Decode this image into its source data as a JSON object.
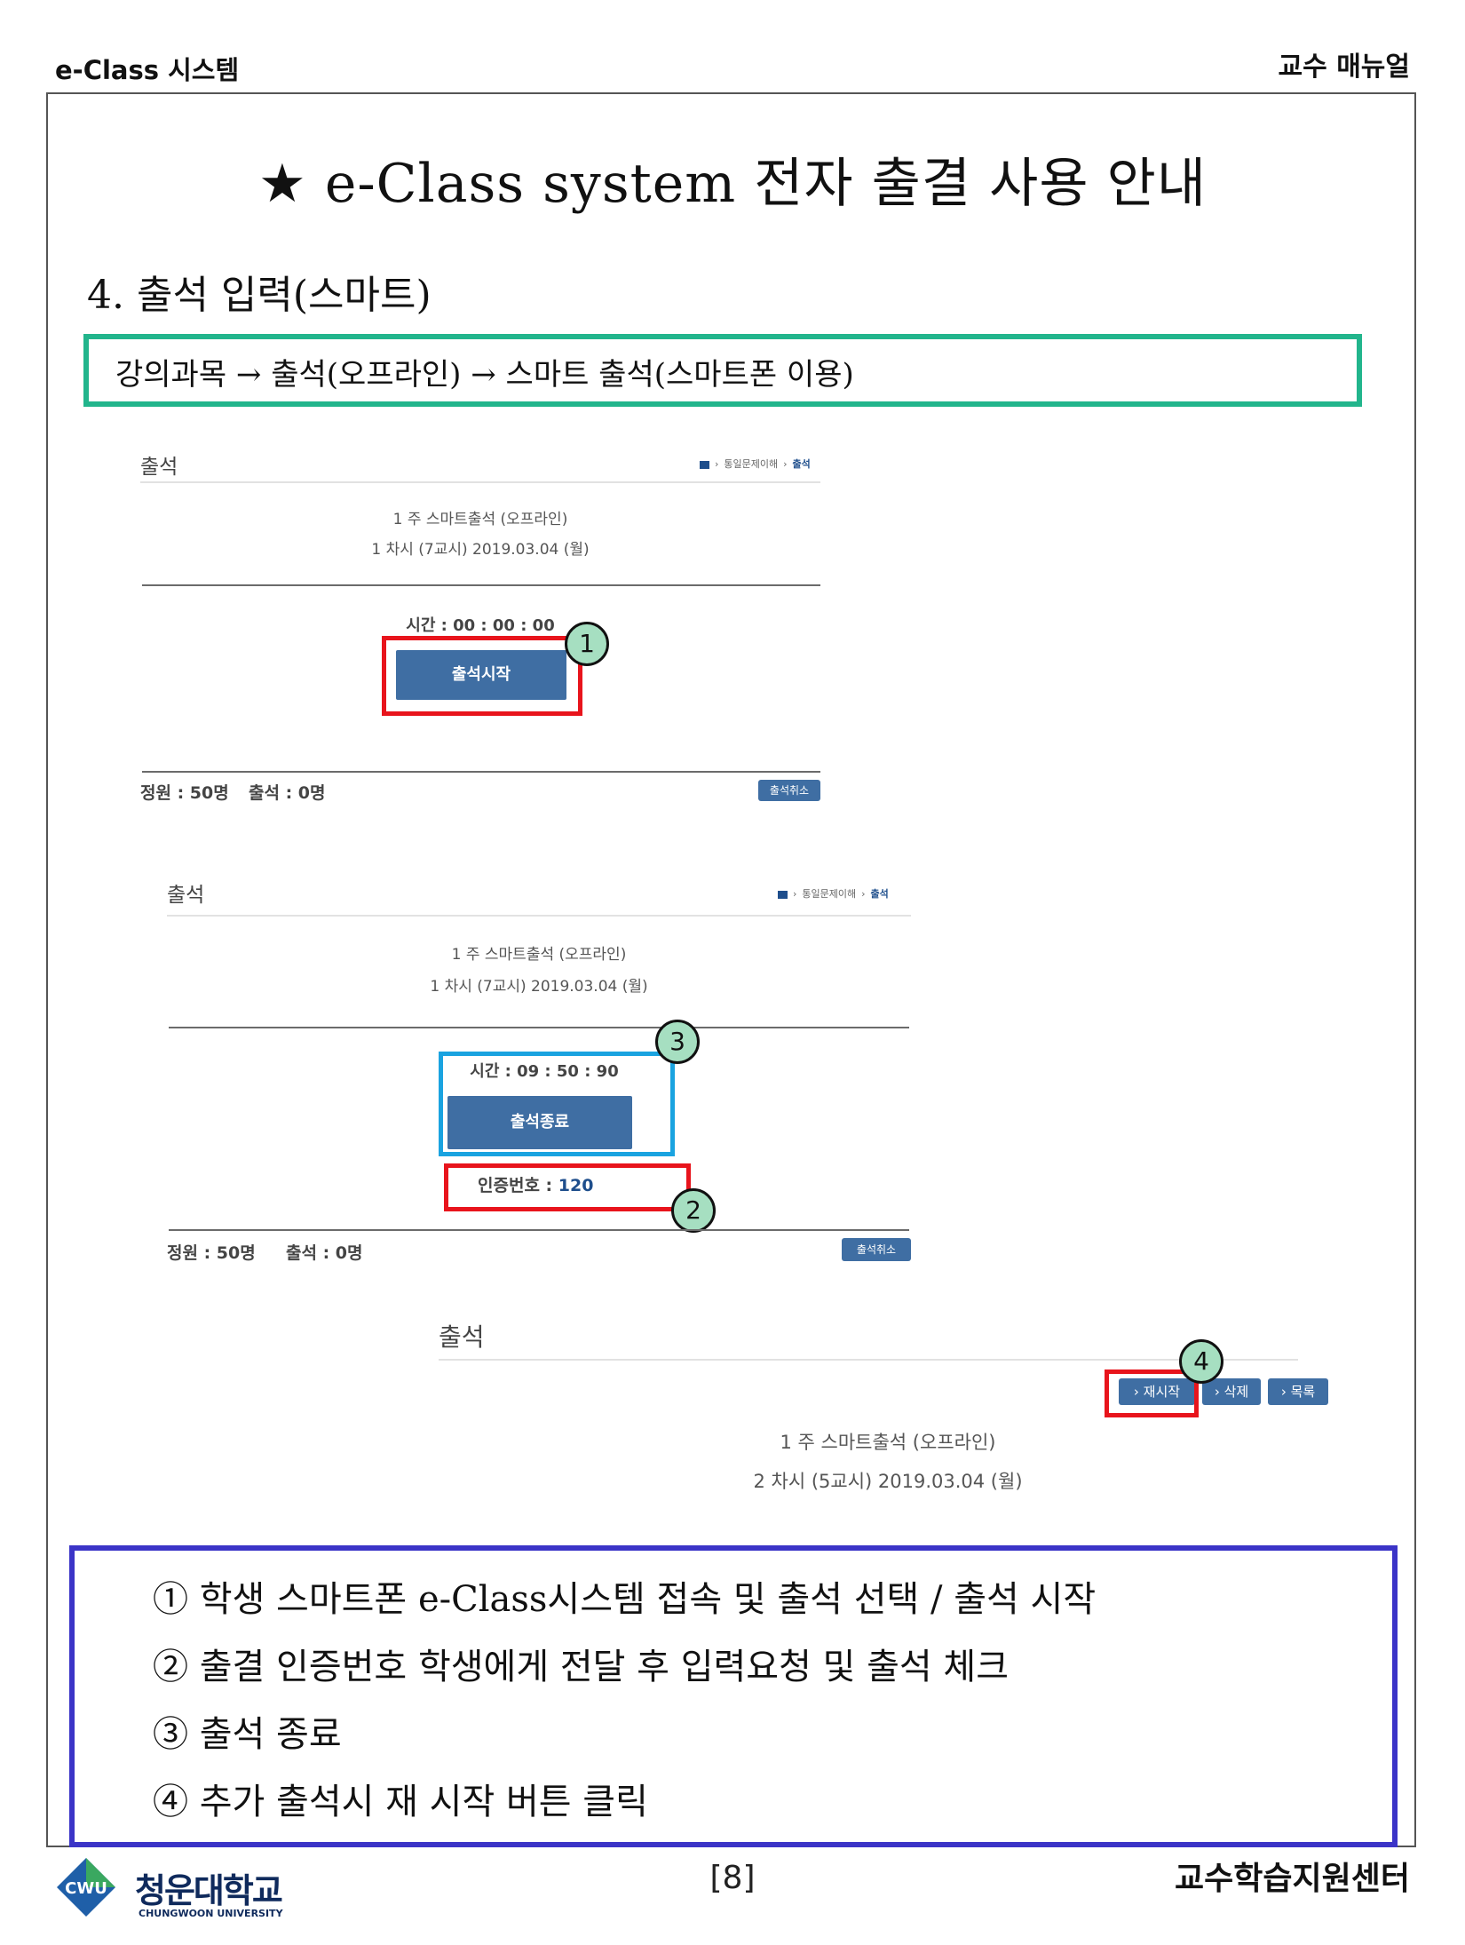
{
  "header": {
    "left": "e-Class 시스템",
    "right": "교수 매뉴얼"
  },
  "title": "★ e-Class system 전자 출결 사용 안내",
  "section": "4. 출석 입력(스마트)",
  "path": "강의과목  → 출석(오프라인) → 스마트 출석(스마트폰 이용)",
  "panel1": {
    "title": "출석",
    "breadcrumb": {
      "mid": "통일문제이해",
      "cur": "출석"
    },
    "line1": "1 주 스마트출석 (오프라인)",
    "line2": "1 차시 (7교시)  2019.03.04 (월)",
    "timer": "시간 : 00 : 00 : 00",
    "button": "출석시작",
    "footer_capacity": "정원 : 50명",
    "footer_attend": "출석 : 0명",
    "cancel": "출석취소",
    "marker": "1"
  },
  "panel2": {
    "title": "출석",
    "breadcrumb": {
      "mid": "통일문제이해",
      "cur": "출석"
    },
    "line1": "1 주 스마트출석 (오프라인)",
    "line2": "1 차시 (7교시)  2019.03.04 (월)",
    "timer": "시간 : 09 : 50 : 90",
    "button": "출석종료",
    "code_label": "인증번호 : ",
    "code_value": "120",
    "footer_capacity": "정원 : 50명",
    "footer_attend": "출석 : 0명",
    "cancel": "출석취소",
    "marker_end": "3",
    "marker_code": "2"
  },
  "panel3": {
    "title": "출석",
    "btn_restart": "› 재시작",
    "btn_delete": "› 삭제",
    "btn_list": "› 목록",
    "line1": "1 주 스마트출석 (오프라인)",
    "line2": "2 차시 (5교시)  2019.03.04 (월)",
    "marker": "4"
  },
  "notes": [
    "① 학생 스마트폰 e-Class시스템 접속 및 출석 선택 / 출석 시작",
    "② 출결 인증번호 학생에게 전달 후 입력요청 및 출석 체크",
    "③ 출석 종료",
    "④ 추가 출석시 재 시작 버튼 클릭"
  ],
  "footer": {
    "logo_mark": "CWU",
    "logo_ko": "청운대학교",
    "logo_en": "CHUNGWOON UNIVERSITY",
    "page": "[8]",
    "center": "교수학습지원센터"
  },
  "colors": {
    "accent_green": "#22b58c",
    "accent_blue": "#3b34c7",
    "button": "#3f6ea3",
    "highlight_red": "#e8141c",
    "highlight_cyan": "#1aa3e0",
    "marker_fill": "#a6dfc1"
  }
}
